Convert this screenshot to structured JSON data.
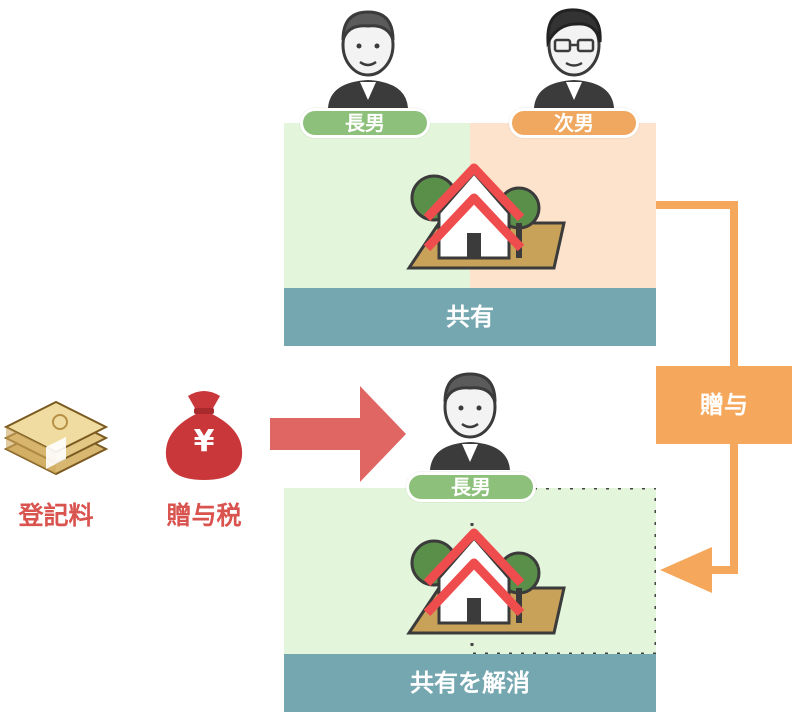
{
  "top": {
    "person_left_label": "長男",
    "person_right_label": "次男",
    "bar_label": "共有"
  },
  "bottom": {
    "person_label": "長男",
    "bar_label": "共有を解消"
  },
  "transfer_label": "贈与",
  "costs": {
    "registration_label": "登記料",
    "gift_tax_label": "贈与税",
    "yen_symbol": "¥"
  },
  "colors": {
    "green_fill": "#e3f6dc",
    "orange_fill": "#fde3cc",
    "green_pill": "#8dc07a",
    "orange_pill": "#f0a860",
    "bar": "#74a7b0",
    "arrow_orange": "#f5a85c",
    "arrow_red": "#e06664",
    "cost_red": "#d9534f"
  }
}
